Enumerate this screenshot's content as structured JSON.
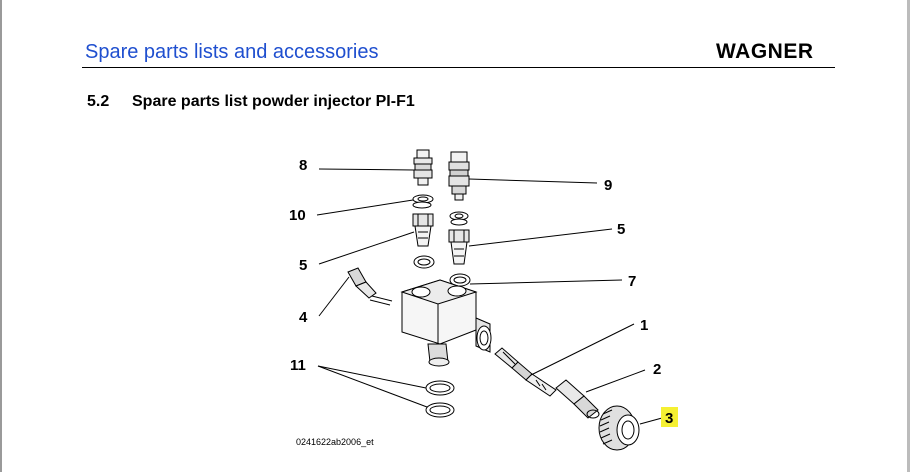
{
  "header": {
    "title": "Spare parts lists and accessories",
    "brand": "WAGNER"
  },
  "section": {
    "number": "5.2",
    "title": "Spare parts list powder injector PI-F1"
  },
  "diagram": {
    "drawing_code": "0241622ab2006_et",
    "callouts": [
      "8",
      "9",
      "10",
      "5",
      "5",
      "7",
      "4",
      "1",
      "11",
      "2",
      "3"
    ],
    "highlight_color": "#f5f032",
    "accent_color": "#1f4fcf"
  }
}
